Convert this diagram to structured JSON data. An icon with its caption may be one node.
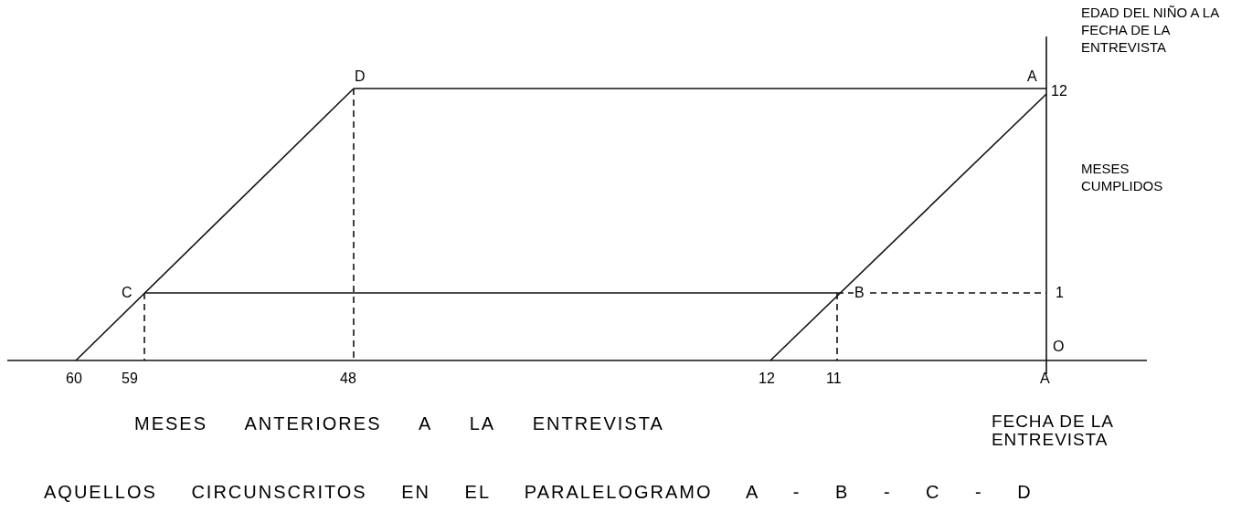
{
  "diagram": {
    "labels": [
      "EDAD DEL NIÑO A LA FECHA DE LA ENTREVISTA",
      "D",
      "A",
      "12",
      "MESES CUMPLIDOS",
      "C",
      "B",
      "1",
      "O",
      "60",
      "59",
      "48",
      "12",
      "11",
      "A",
      "MESES ANTERIORES A LA ENTREVISTA",
      "FECHA DE LA ENTREVISTA",
      "AQUELLOS CIRCUNSCRITOS EN EL PARALELOGRAMO A - B - C - D"
    ]
  }
}
